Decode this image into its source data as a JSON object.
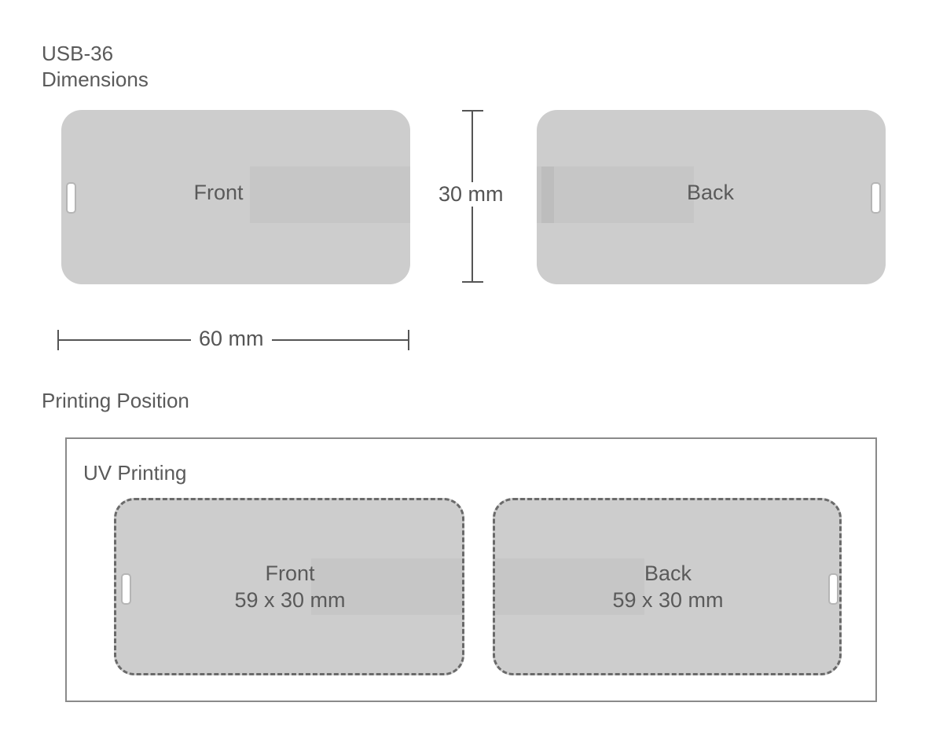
{
  "product": {
    "model": "USB-36",
    "section_title": "Dimensions"
  },
  "dimensions": {
    "height_label": "30 mm",
    "width_label": "60 mm"
  },
  "views": {
    "front_label": "Front",
    "back_label": "Back"
  },
  "printing": {
    "section_title": "Printing Position",
    "method_title": "UV Printing",
    "front_label": "Front",
    "front_area": "59 x 30 mm",
    "back_label": "Back",
    "back_area": "59 x 30 mm"
  },
  "colors": {
    "card_fill": "#cdcdcd",
    "text": "#555555",
    "dashed_outline": "#6a6a6a"
  }
}
